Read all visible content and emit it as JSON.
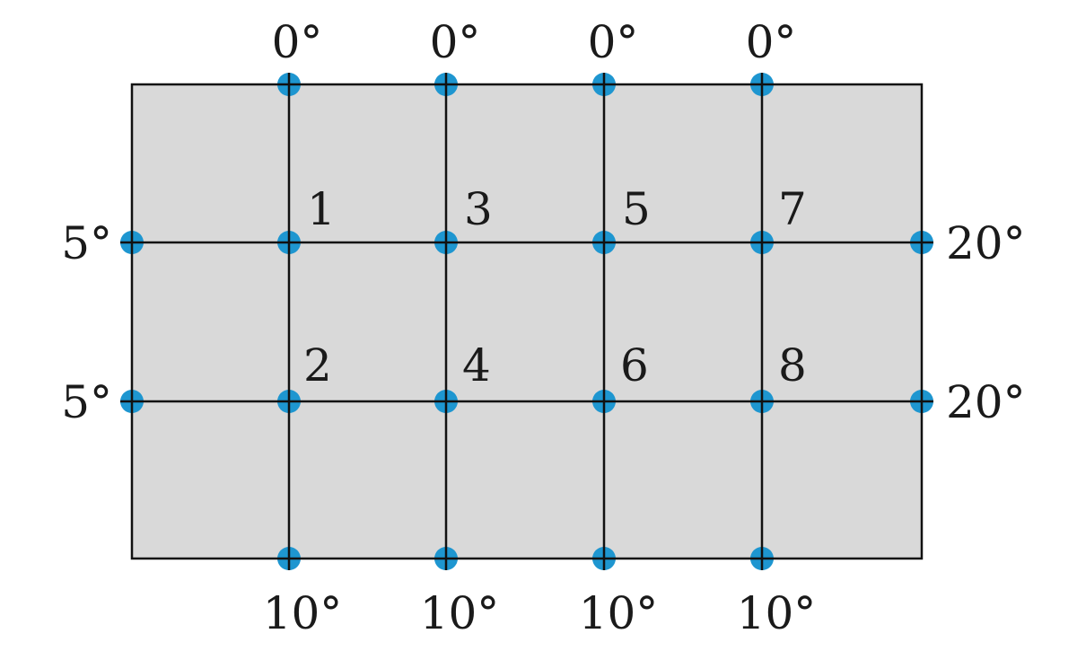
{
  "colors": {
    "plate_fill": "#d9d9d9",
    "grid_line": "#111111",
    "boundary_node": "#1e96d0",
    "background": "#ffffff"
  },
  "boundary": {
    "top": [
      "0°",
      "0°",
      "0°",
      "0°"
    ],
    "bottom": [
      "10°",
      "10°",
      "10°",
      "10°"
    ],
    "left": [
      "5°",
      "5°"
    ],
    "right": [
      "20°",
      "20°"
    ]
  },
  "interior_nodes": [
    {
      "label": "1"
    },
    {
      "label": "2"
    },
    {
      "label": "3"
    },
    {
      "label": "4"
    },
    {
      "label": "5"
    },
    {
      "label": "6"
    },
    {
      "label": "7"
    },
    {
      "label": "8"
    }
  ]
}
